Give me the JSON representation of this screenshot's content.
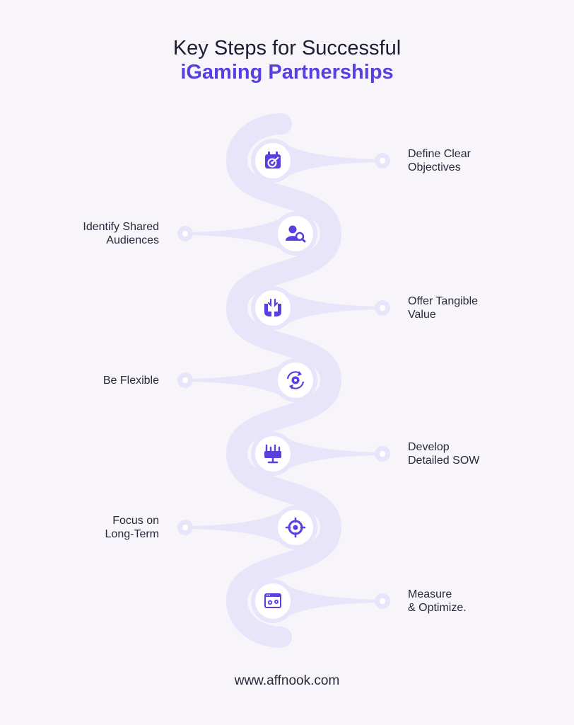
{
  "title": {
    "line1": "Key Steps for Successful",
    "line2": "iGaming Partnerships"
  },
  "colors": {
    "background": "#f7f5fa",
    "track": "#e8e4fa",
    "accent": "#5a3fe0",
    "node_bg": "#ffffff",
    "text": "#2a2838"
  },
  "steps": [
    {
      "lines": [
        "Define Clear",
        "Objectives"
      ],
      "icon": "calendar-target-icon",
      "side": "right"
    },
    {
      "lines": [
        "Identify Shared",
        "Audiences"
      ],
      "icon": "user-search-icon",
      "side": "left"
    },
    {
      "lines": [
        "Offer Tangible",
        "Value"
      ],
      "icon": "hands-exchange-icon",
      "side": "right"
    },
    {
      "lines": [
        "Be Flexible"
      ],
      "icon": "gear-cycle-icon",
      "side": "left"
    },
    {
      "lines": [
        "Develop",
        "Detailed SOW"
      ],
      "icon": "presentation-board-icon",
      "side": "right"
    },
    {
      "lines": [
        "Focus on",
        "Long-Term"
      ],
      "icon": "crosshair-target-icon",
      "side": "left"
    },
    {
      "lines": [
        "Measure",
        "& Optimize."
      ],
      "icon": "browser-settings-icon",
      "side": "right"
    }
  ],
  "footer": "www.affnook.com"
}
